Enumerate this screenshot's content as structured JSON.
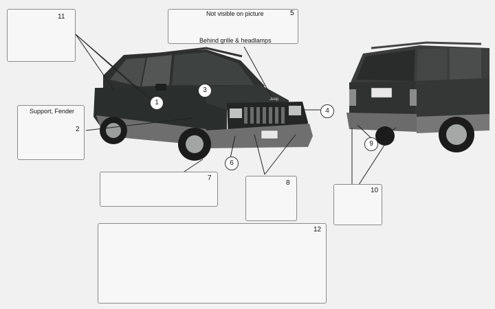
{
  "callouts": {
    "c1": "1",
    "c2": "2",
    "c3": "3",
    "c4": "4",
    "c5": "5",
    "c6": "6",
    "c7": "7",
    "c8": "8",
    "c9": "9",
    "c10": "10",
    "c11": "11",
    "c12": "12"
  },
  "labels": {
    "not_visible": "Not visible on picture",
    "behind": "Behind grille & headlamps",
    "support": "Support, Fender"
  },
  "brand_badge": "Jeep",
  "colors": {
    "background": "#f1f1f1",
    "vehicle_body": "#2a2e2c",
    "vehicle_lower": "#6e6e6e",
    "box_border": "#8a8a8a",
    "leader": "#222222"
  }
}
